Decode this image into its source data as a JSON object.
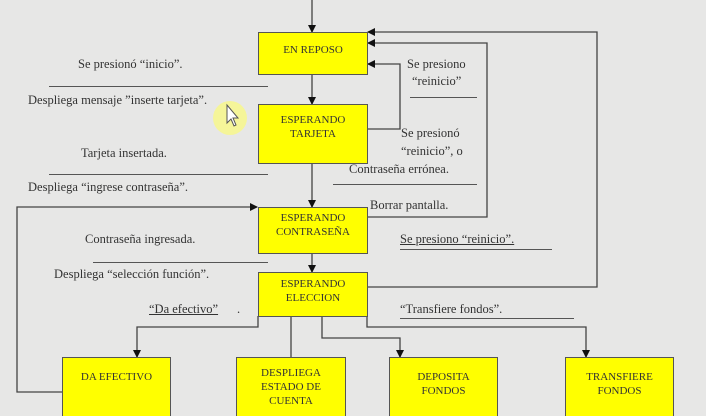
{
  "states": {
    "en_reposo": "EN REPOSO",
    "esperando_tarjeta": "ESPERANDO\nTARJETA",
    "esperando_contrasena": "ESPERANDO\nCONTRASEÑA",
    "esperando_eleccion": "ESPERANDO\nELECCION",
    "da_efectivo": "DA EFECTIVO",
    "despliega_estado": "DESPLIEGA\nESTADO DE\nCUENTA",
    "deposita_fondos": "DEPOSITA\nFONDOS",
    "transfiere_fondos": "TRANSFIERE\nFONDOS"
  },
  "transitions": {
    "inicio_event": "Se presionó “inicio”.",
    "inicio_action": "Despliega mensaje ”inserte tarjeta”.",
    "tarjeta_event": "Tarjeta insertada.",
    "tarjeta_action": "Despliega “ingrese contraseña”.",
    "contrasena_event": "Contraseña ingresada.",
    "contrasena_action": "Despliega “selección función”.",
    "reinicio1_l1": "Se presiono",
    "reinicio1_l2": "“reinicio”",
    "reinicio2_l1": "Se presionó",
    "reinicio2_l2": "“reinicio”, o",
    "reinicio2_l3": "Contraseña errónea.",
    "borrar": "Borrar pantalla.",
    "reinicio3": "Se presiono “reinicio”.",
    "da_efectivo": "“Da efectivo”",
    "da_efectivo_dot": ".",
    "transfiere": "“Transfiere fondos”."
  },
  "colors": {
    "state_fill": "#ffff00",
    "line": "#333333",
    "background": "#e7e7e6"
  }
}
